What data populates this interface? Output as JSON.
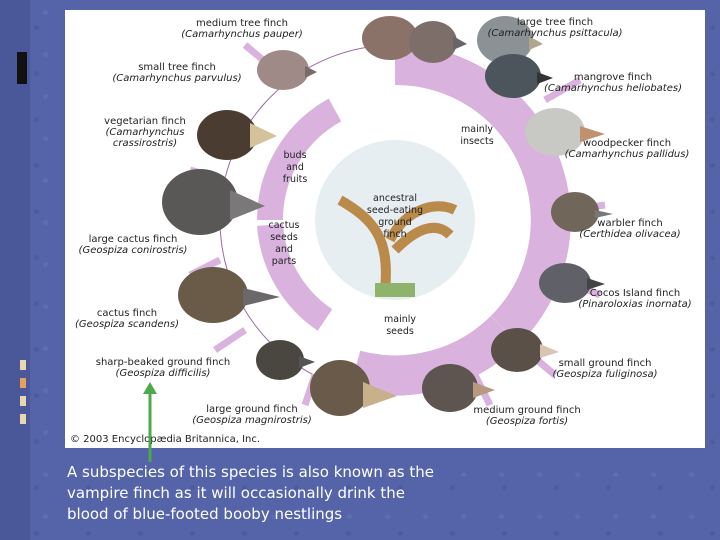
{
  "figure": {
    "copyright": "© 2003 Encyclopædia Britannica, Inc.",
    "center_label": [
      "ancestral",
      "seed-eating",
      "ground",
      "finch"
    ],
    "sectors": [
      {
        "lines": [
          "buds",
          "and",
          "fruits"
        ]
      },
      {
        "lines": [
          "cactus",
          "seeds",
          "and",
          "parts"
        ]
      },
      {
        "lines": [
          "mainly",
          "insects"
        ]
      },
      {
        "lines": [
          "mainly",
          "seeds"
        ]
      }
    ],
    "finches": [
      {
        "common": "medium tree finch",
        "latin": "(Camarhynchus pauper)"
      },
      {
        "common": "large tree finch",
        "latin": "(Camarhynchus psittacula)"
      },
      {
        "common": "small tree finch",
        "latin": "(Camarhynchus parvulus)"
      },
      {
        "common": "mangrove finch",
        "latin": "(Camarhynchus heliobates)"
      },
      {
        "common": "vegetarian finch",
        "latin": "(Camarhynchus",
        "latin2": "crassirostris)"
      },
      {
        "common": "woodpecker finch",
        "latin": "(Camarhynchus pallidus)"
      },
      {
        "common": "large cactus finch",
        "latin": "(Geospiza conirostris)"
      },
      {
        "common": "warbler finch",
        "latin": "(Certhidea olivacea)"
      },
      {
        "common": "cactus finch",
        "latin": "(Geospiza scandens)"
      },
      {
        "common": "Cocos Island finch",
        "latin": "(Pinaroloxias inornata)"
      },
      {
        "common": "sharp-beaked ground finch",
        "latin": "(Geospiza difficilis)"
      },
      {
        "common": "small ground finch",
        "latin": "(Geospiza fuliginosa)"
      },
      {
        "common": "large ground finch",
        "latin": "(Geospiza magnirostris)"
      },
      {
        "common": "medium ground finch",
        "latin": "(Geospiza fortis)"
      }
    ]
  },
  "caption": {
    "text": "A subspecies of this species is also known as the vampire finch as it will occasionally drink the blood of blue-footed booby nestlings"
  },
  "colors": {
    "background": "#5563a8",
    "ring": "#d9b3dd",
    "ring_stroke": "#9b6aa3",
    "arrow": "#4caa4c"
  }
}
